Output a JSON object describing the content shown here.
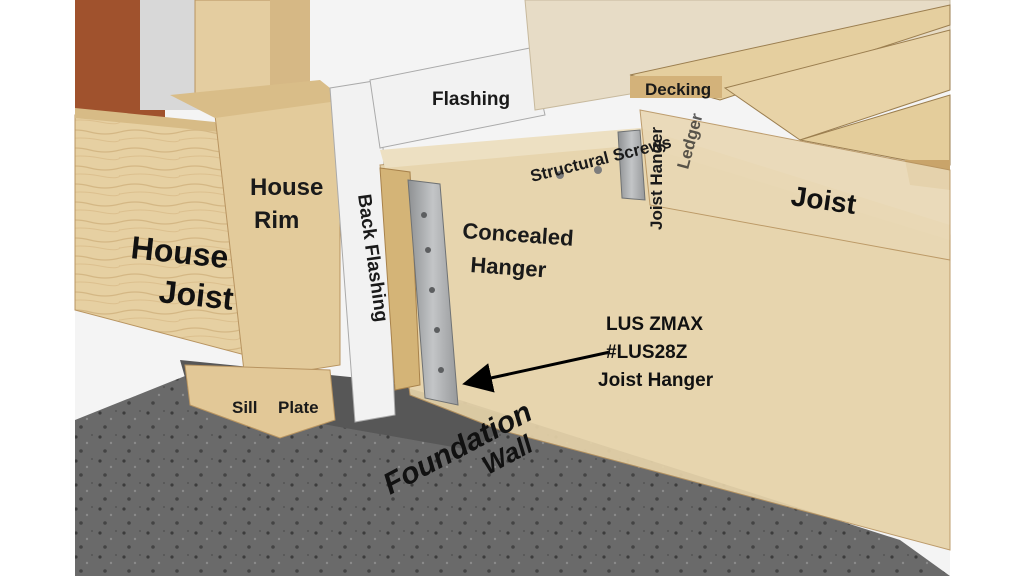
{
  "diagram": {
    "labels": {
      "flashing": "Flashing",
      "decking": "Decking",
      "structural_screws": "Structural Screws",
      "joist_hanger_vertical": "Joist Hanger",
      "ledger": "Ledger",
      "joist": "Joist",
      "house_rim_line1": "House",
      "house_rim_line2": "Rim",
      "house_joist_line1": "House",
      "house_joist_line2": "Joist",
      "back_flashing": "Back Flashing",
      "concealed_hanger_line1": "Concealed",
      "concealed_hanger_line2": "Hanger",
      "sill": "Sill",
      "plate": "Plate",
      "foundation_line1": "Foundation",
      "foundation_line2": "Wall",
      "callout_line1": "LUS ZMAX",
      "callout_line2": "#LUS28Z",
      "callout_line3": "Joist Hanger"
    },
    "colors": {
      "wood_light": "#e8d3a6",
      "wood_mid": "#d9bf8a",
      "wood_dark": "#c9a46a",
      "concrete": "#5f5f5f",
      "flashing": "#f2f2f2",
      "metal": "#a7a9ab",
      "interior_wood": "#a0522d"
    }
  }
}
